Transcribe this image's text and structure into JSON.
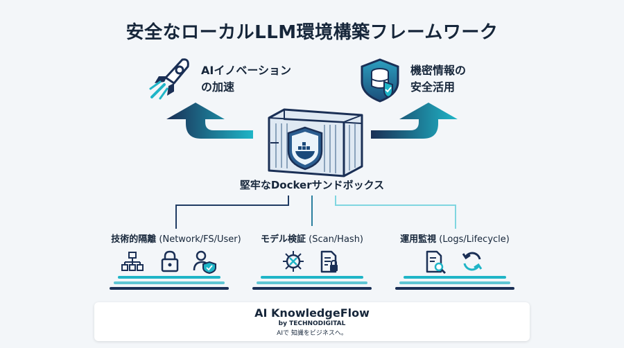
{
  "title": "安全なローカルLLM環境構築フレームワーク",
  "benefit_left": {
    "line1": "AIイノベーション",
    "line2": "の加速",
    "icon": "rocket-icon"
  },
  "benefit_right": {
    "line1": "機密情報の",
    "line2": "安全活用",
    "icon": "shield-database-icon"
  },
  "center": {
    "label": "堅牢なDockerサンドボックス",
    "icon": "docker-container-icon"
  },
  "pillars": [
    {
      "name": "技術的隔離",
      "detail": "(Network/FS/User)",
      "icons": [
        "network-hierarchy-icon",
        "lock-icon",
        "user-shield-icon"
      ]
    },
    {
      "name": "モデル検証",
      "detail": "(Scan/Hash)",
      "icons": [
        "virus-scan-icon",
        "document-lock-icon"
      ]
    },
    {
      "name": "運用監視",
      "detail": "(Logs/Lifecycle)",
      "icons": [
        "document-search-icon",
        "cycle-icon"
      ]
    }
  ],
  "footer": {
    "brand": "AI KnowledgeFlow",
    "by": "by TECHNODIGITAL",
    "tagline": "AIで 知識をビジネスへ。"
  },
  "colors": {
    "navy": "#16263a",
    "dark_blue": "#1f3b63",
    "teal": "#1fb5c7",
    "light_teal": "#7fd6e0"
  }
}
